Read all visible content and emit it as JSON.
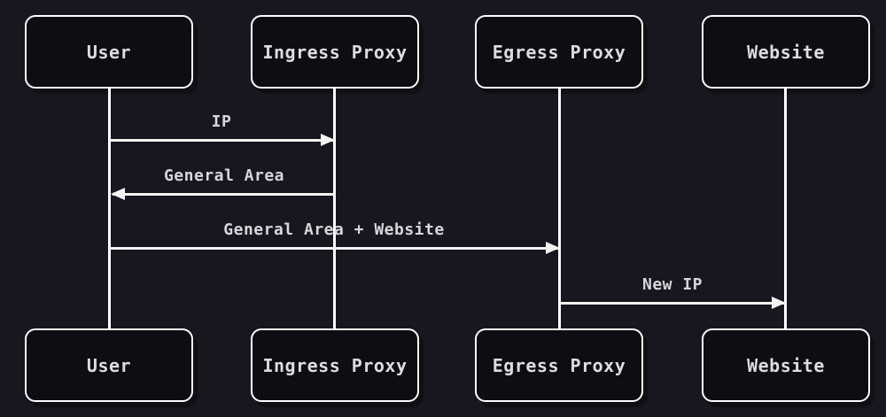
{
  "diagram": {
    "type": "sequence",
    "actors": [
      {
        "id": "user",
        "label": "User"
      },
      {
        "id": "ingress-proxy",
        "label": "Ingress Proxy"
      },
      {
        "id": "egress-proxy",
        "label": "Egress Proxy"
      },
      {
        "id": "website",
        "label": "Website"
      }
    ],
    "messages": [
      {
        "label": "IP",
        "from": "User",
        "to": "Ingress Proxy",
        "direction": "right"
      },
      {
        "label": "General Area",
        "from": "Ingress Proxy",
        "to": "User",
        "direction": "left"
      },
      {
        "label": "General Area + Website",
        "from": "User",
        "to": "Egress Proxy",
        "direction": "right"
      },
      {
        "label": "New IP",
        "from": "Egress Proxy",
        "to": "Website",
        "direction": "right"
      }
    ],
    "colors": {
      "background": "#17171f",
      "box_fill": "#0d0d13",
      "box_border": "#fdfdfd",
      "line": "#f2f2f2",
      "text": "#dcdce1"
    }
  }
}
